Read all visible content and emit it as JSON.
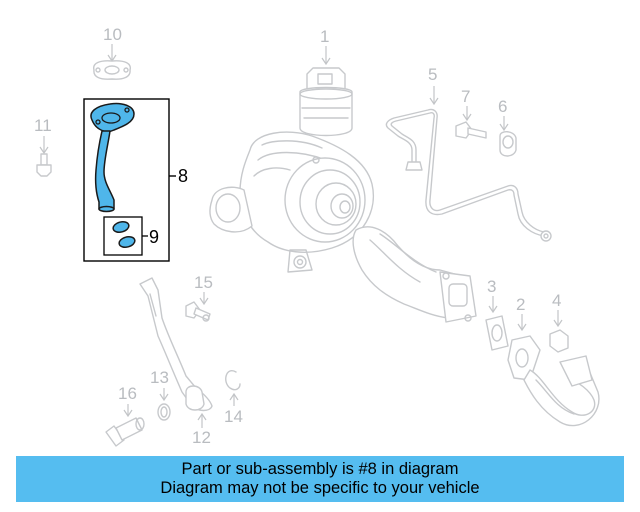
{
  "callouts": {
    "c1": "1",
    "c2": "2",
    "c3": "3",
    "c4": "4",
    "c5": "5",
    "c6": "6",
    "c7": "7",
    "c8": "8",
    "c9": "9",
    "c10": "10",
    "c11": "11",
    "c12": "12",
    "c13": "13",
    "c14": "14",
    "c15": "15",
    "c16": "16"
  },
  "highlighted_part": "8",
  "highlight_color": "#4fb6ea",
  "banner": {
    "line1": "Part or sub-assembly is #8 in diagram",
    "line2": "Diagram may not be specific to your vehicle",
    "color": "#55bdf0"
  }
}
